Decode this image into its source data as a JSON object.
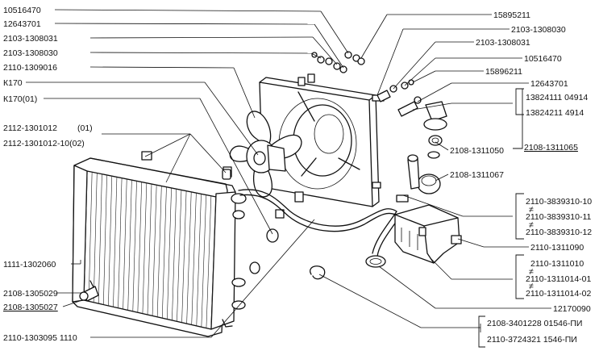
{
  "labels": {
    "l_10516470_a": "10516470",
    "l_12643701_a": "12643701",
    "l_2103_1308031_a": "2103-1308031",
    "l_2103_1308030_a": "2103-1308030",
    "l_2110_1309016": "2110-1309016",
    "l_k170": "К170",
    "l_k170_01": "К170(01)",
    "l_2112_1301012": "2112-1301012",
    "l_2112_1301012_var": "(01)",
    "l_2112_1301012_10": "2112-1301012-10(02)",
    "l_1111_1302060": "1111-1302060",
    "l_2108_1305029": "2108-1305029",
    "l_2108_1305027": "2108-1305027",
    "l_2110_1303095": "2110-1303095  1110",
    "l_15895211": "15895211",
    "l_2103_1308030_b": "2103-1308030",
    "l_2103_1308031_b": "2103-1308031",
    "l_10516470_b": "10516470",
    "l_15896211": "15896211",
    "l_12643701_b": "12643701",
    "l_13824111": "13824111  04914",
    "l_13824211": "13824211    4914",
    "l_2108_1311050": "2108-1311050",
    "l_2108_1311065": "2108-1311065",
    "l_2108_1311067": "2108-1311067",
    "l_2110_3839310_10": "2110-3839310-10",
    "l_2110_3839310_11": "2110-3839310-11",
    "l_2110_3839310_12": "2110-3839310-12",
    "l_2110_1311090": "2110-1311090",
    "l_2110_1311010": "2110-1311010",
    "l_2110_1311014_01": "2110-1311014-01",
    "l_2110_1311014_02": "2110-1311014-02",
    "l_12170090": "12170090",
    "l_2108_3401228": "2108-3401228  01546-ПИ",
    "l_2110_3724321": "2110-3724321    1546-ПИ",
    "sym1": "≠",
    "sym2": "≠",
    "sym3": "≠",
    "sym4": "≠"
  }
}
